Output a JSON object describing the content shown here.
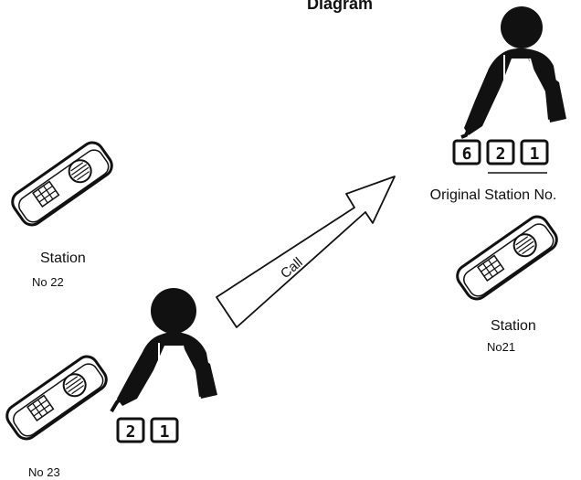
{
  "title": "Diagram",
  "arrow_label": "Call",
  "caller": {
    "dialed_digits": [
      "2",
      "1"
    ]
  },
  "called_party": {
    "dialed_digits": [
      "6",
      "2",
      "1"
    ],
    "caption": "Original Station No."
  },
  "stations": {
    "no22": {
      "label": "Station",
      "number": "No 22"
    },
    "no21": {
      "label": "Station",
      "number": "No21"
    },
    "no23": {
      "label": "",
      "number": "No 23"
    }
  },
  "colors": {
    "ink": "#111111",
    "background": "#ffffff"
  }
}
